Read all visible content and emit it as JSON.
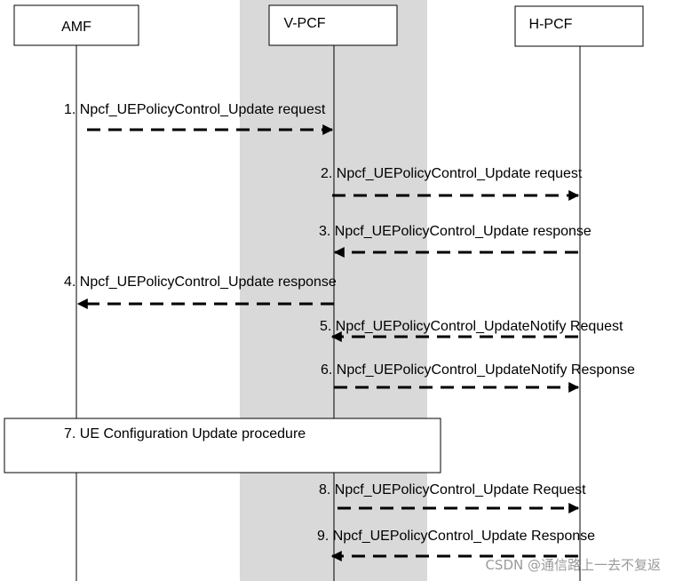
{
  "entities": [
    {
      "id": "amf",
      "label": "AMF"
    },
    {
      "id": "vpcf",
      "label": "V-PCF"
    },
    {
      "id": "hpcf",
      "label": "H-PCF"
    }
  ],
  "messages": [
    {
      "label": "1. Npcf_UEPolicyControl_Update request",
      "from": "amf",
      "to": "vpcf"
    },
    {
      "label": "2. Npcf_UEPolicyControl_Update request",
      "from": "vpcf",
      "to": "hpcf"
    },
    {
      "label": "3. Npcf_UEPolicyControl_Update response",
      "from": "hpcf",
      "to": "vpcf"
    },
    {
      "label": "4. Npcf_UEPolicyControl_Update response",
      "from": "vpcf",
      "to": "amf"
    },
    {
      "label": "5. Npcf_UEPolicyControl_UpdateNotify Request",
      "from": "hpcf",
      "to": "vpcf"
    },
    {
      "label": "6. Npcf_UEPolicyControl_UpdateNotify Response",
      "from": "vpcf",
      "to": "hpcf"
    },
    {
      "label": "8. Npcf_UEPolicyControl_Update Request",
      "from": "vpcf",
      "to": "hpcf"
    },
    {
      "label": "9. Npcf_UEPolicyControl_Update Response",
      "from": "hpcf",
      "to": "vpcf"
    }
  ],
  "procedure": {
    "label": "7. UE Configuration Update procedure"
  },
  "watermark": "CSDN @通信路上一去不复返",
  "colors": {
    "shade": "#d9d9d9",
    "line": "#000000",
    "watermark": "#9a9a9a"
  }
}
